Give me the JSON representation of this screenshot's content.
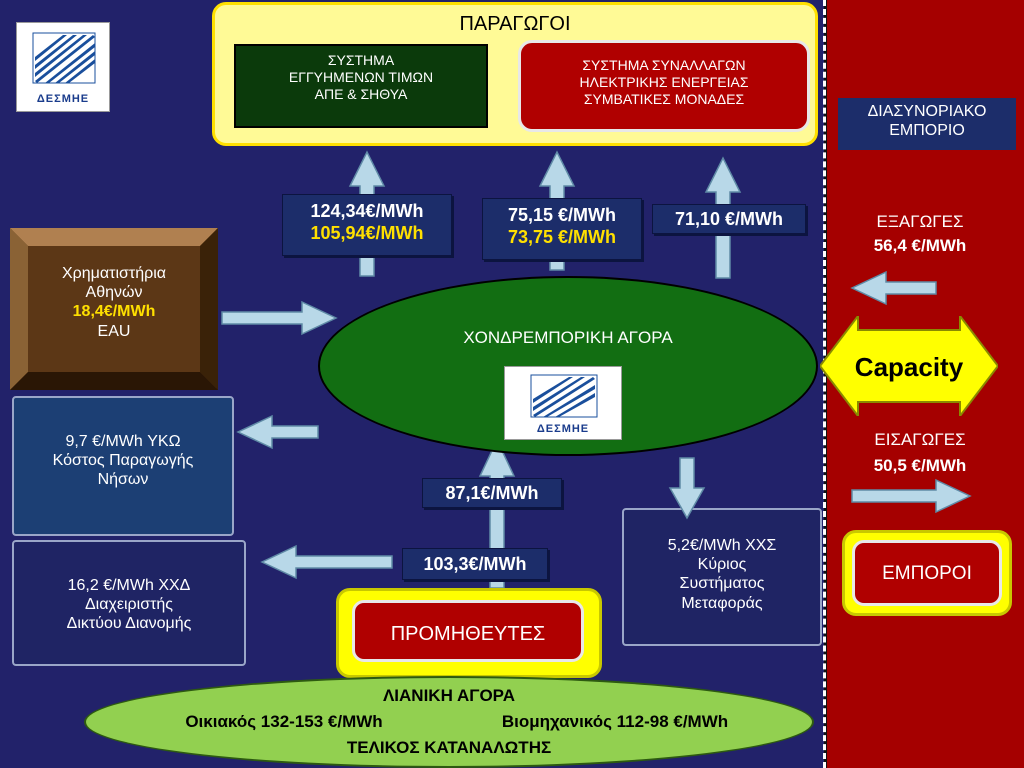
{
  "producers": {
    "title": "ΠΑΡΑΓΩΓΟΙ",
    "guaranteed_prices": {
      "lines": [
        "ΣΥΣΤΗΜΑ",
        "ΕΓΓΥΗΜΕΝΩΝ ΤΙΜΩΝ",
        "ΑΠΕ & ΣΗΘΥΑ"
      ]
    },
    "trading_system": {
      "lines": [
        "ΣΥΣΤΗΜΑ ΣΥΝΑΛΛΑΓΩΝ",
        "ΗΛΕΚΤΡΙΚΗΣ ΕΝΕΡΓΕΙΑΣ",
        "ΣΥΜΒΑΤΙΚΕΣ ΜΟΝΑΔΕΣ"
      ]
    }
  },
  "logo": {
    "text": "ΔΕΣΜΗΕ"
  },
  "prices": {
    "res_line1": "124,34€/MWh",
    "res_line2": "105,94€/MWh",
    "conv_line1": "75,15 €/MWh",
    "conv_line2": "73,75 €/MWh",
    "cross_border": "71,10 €/MWh",
    "wholesale_in": "87,1€/MWh",
    "suppliers_out": "103,3€/MWh"
  },
  "exchange": {
    "lines": [
      "Χρηματιστήρια",
      "Αθηνών"
    ],
    "price": "18,4€/MWh",
    "unit": "EAU"
  },
  "ykw": {
    "lines": [
      "9,7 €/MWh  ΥΚΩ",
      "Κόστος Παραγωγής",
      "Νήσων"
    ]
  },
  "xxd": {
    "lines": [
      "16,2 €/MWh  ΧΧΔ",
      "Διαχειριστής",
      "Δικτύου Διανομής"
    ]
  },
  "xxs": {
    "lines": [
      "5,2€/MWh  ΧΧΣ",
      "Κύριος",
      "Συστήματος",
      "Μεταφοράς"
    ]
  },
  "wholesale": {
    "label": "ΧΟΝΔΡΕΜΠΟΡΙΚΗ ΑΓΟΡΑ"
  },
  "suppliers": {
    "label": "ΠΡΟΜΗΘΕΥΤΕΣ"
  },
  "retail": {
    "title": "ΛΙΑΝΙΚΗ ΑΓΟΡΑ",
    "residential": "Οικιακός 132-153 €/MWh",
    "industrial": "Βιομηχανικός 112-98 €/MWh",
    "consumer": "ΤΕΛΙΚΟΣ ΚΑΤΑΝΑΛΩΤΗΣ"
  },
  "cross_border": {
    "title_lines": [
      "ΔΙΑΣΥΝΟΡΙΑΚΟ",
      "ΕΜΠΟΡΙΟ"
    ],
    "exports_label": "ΕΞΑΓΩΓΕΣ",
    "exports_price": "56,4 €/MWh",
    "capacity": "Capacity",
    "imports_label": "ΕΙΣΑΓΩΓΕΣ",
    "imports_price": "50,5 €/MWh",
    "traders": "ΕΜΠΟΡΟΙ"
  },
  "colors": {
    "background": "#22226a",
    "cross_border_panel": "#a50000",
    "producers_panel": "#fffa96",
    "wholesale": "#126e12",
    "retail": "#92d050",
    "arrow": "#b8d8e8",
    "capacity": "#ffff00"
  }
}
